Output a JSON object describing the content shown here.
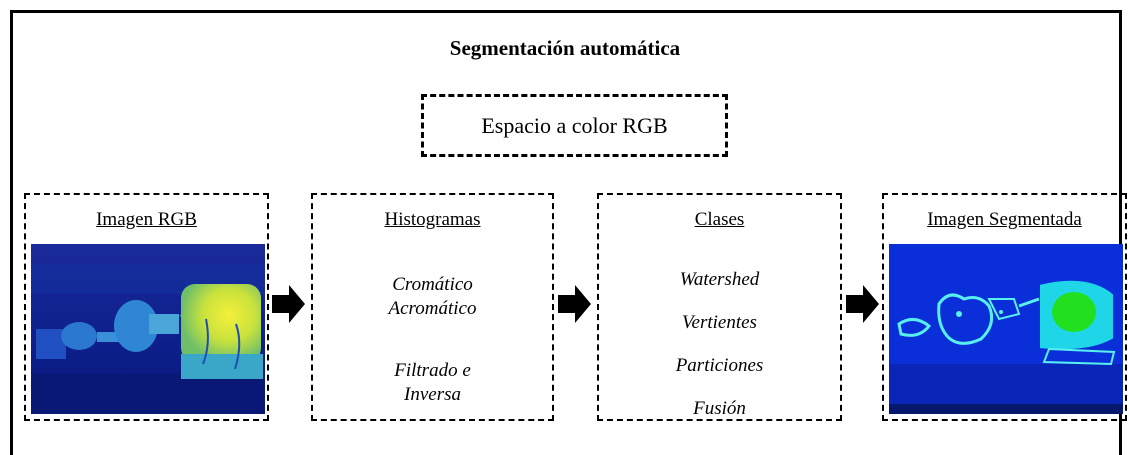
{
  "title": "Segmentación automática",
  "color_space": "Espacio a color RGB",
  "steps": [
    {
      "title": "Imagen RGB"
    },
    {
      "title": "Histogramas",
      "group1": [
        "Cromático",
        "Acromático"
      ],
      "group2": [
        "Filtrado e",
        "Inversa"
      ]
    },
    {
      "title": "Clases",
      "items": [
        "Watershed",
        "Vertientes",
        "Particiones",
        "Fusión"
      ]
    },
    {
      "title": "Imagen Segmentada"
    }
  ],
  "colors": {
    "arrow": "#000000",
    "thermal_bg": "#0a1a7a",
    "segment_bg": "#0a2fd8"
  }
}
